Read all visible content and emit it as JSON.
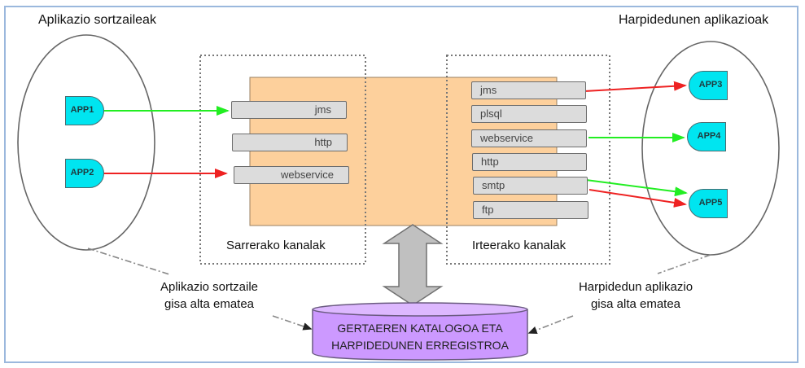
{
  "titles": {
    "producers": "Aplikazio sortzaileak",
    "subscribers": "Harpidedunen aplikazioak"
  },
  "producer_apps": [
    "APP1",
    "APP2"
  ],
  "subscriber_apps": [
    "APP3",
    "APP4",
    "APP5"
  ],
  "input_channels": {
    "label": "Sarrerako kanalak",
    "items": [
      "jms",
      "http",
      "webservice"
    ]
  },
  "output_channels": {
    "label": "Irteerako kanalak",
    "items": [
      "jms",
      "plsql",
      "webservice",
      "http",
      "smtp",
      "ftp"
    ]
  },
  "connections": [
    {
      "from": "APP1",
      "to": "jms (in)",
      "color": "#22ee22"
    },
    {
      "from": "APP2",
      "to": "webservice (in)",
      "color": "#ee2222"
    },
    {
      "from": "jms (out)",
      "to": "APP3",
      "color": "#ee2222"
    },
    {
      "from": "webservice (out)",
      "to": "APP4",
      "color": "#22ee22"
    },
    {
      "from": "smtp (out)",
      "to": "APP5",
      "color": "#22ee22"
    },
    {
      "from": "smtp (out)",
      "to": "APP5",
      "color": "#ee2222"
    }
  ],
  "registration": {
    "producer": [
      "Aplikazio sortzaile",
      "gisa alta ematea"
    ],
    "subscriber": [
      "Harpidedun aplikazio",
      "gisa alta ematea"
    ]
  },
  "database": {
    "line1": "GERTAEREN KATALOGOA ETA",
    "line2": "HARPIDEDUNEN ERREGISTROA"
  },
  "colors": {
    "app_fill": "#00e5f0",
    "core_fill": "#fdd09c",
    "channel_fill": "#dcdcdc",
    "db_fill": "#cc99ff",
    "arrow_fill": "#c0c0c0",
    "frame_border": "#9bb8dd"
  }
}
